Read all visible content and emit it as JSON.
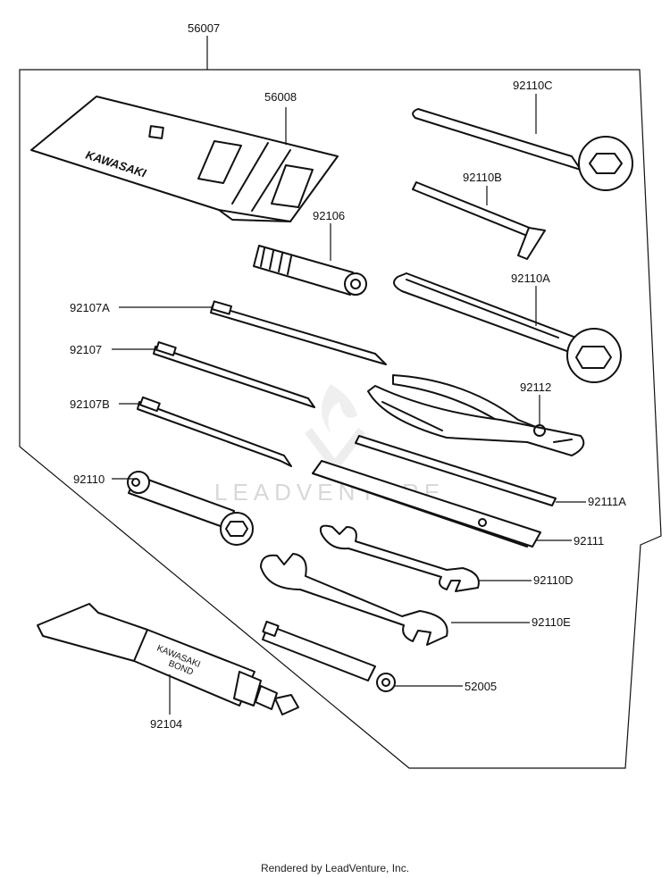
{
  "parts": {
    "kit": "56007",
    "bag": "56008",
    "wrench_c": "92110C",
    "hex_key": "92110B",
    "socket_handle": "92106",
    "pin_wrench": "92110A",
    "screwdriver_a": "92107A",
    "screwdriver": "92107",
    "screwdriver_b": "92107B",
    "pliers": "92112",
    "box_wrench": "92110",
    "bar": "92111A",
    "handle": "92111",
    "wrench_d": "92110D",
    "wrench_e": "92110E",
    "spoke_tool": "52005",
    "bond_tube": "92104"
  },
  "bag_brand": "KAWASAKI",
  "tube_text_line1": "KAWASAKI",
  "tube_text_line2": "BOND",
  "watermark": "LEADVENTURE",
  "footer": "Rendered by LeadVenture, Inc."
}
